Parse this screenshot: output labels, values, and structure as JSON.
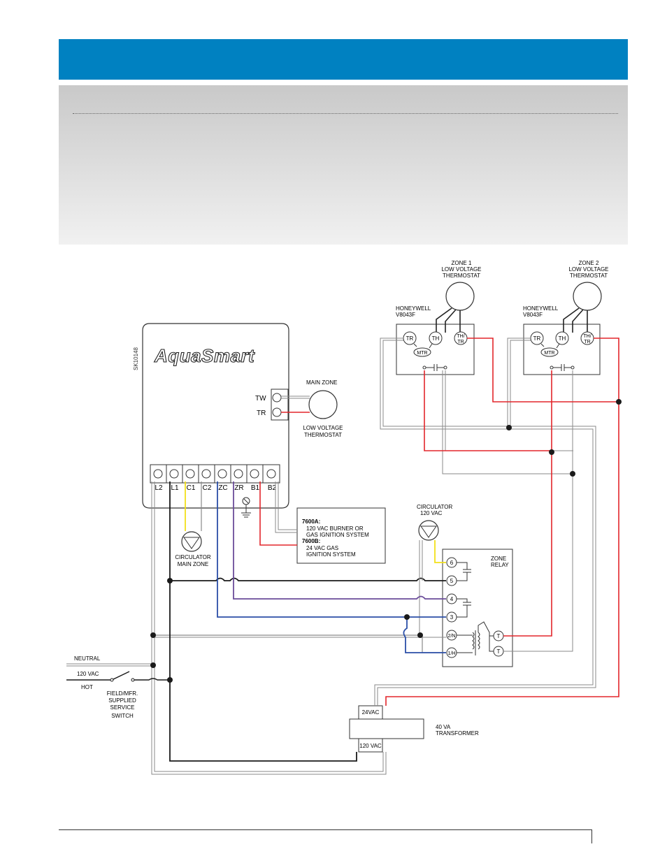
{
  "header": {
    "title": ""
  },
  "diagram": {
    "controller": {
      "brand": "AquaSmart",
      "part_number": "SK10148"
    },
    "thermostat_terminals": [
      "TW",
      "TR"
    ],
    "main_zone": {
      "top_label": "MAIN ZONE",
      "bottom_label_line1": "LOW VOLTAGE",
      "bottom_label_line2": "THERMOSTAT"
    },
    "terminals": [
      "L2",
      "L1",
      "C1",
      "C2",
      "ZC",
      "ZR",
      "B1",
      "B2"
    ],
    "burner_box": {
      "line1": "7600A:",
      "line2": "120 VAC BURNER OR",
      "line3": "GAS IGNITION SYSTEM",
      "line4": "7600B:",
      "line5": "24 VAC GAS",
      "line6": "IGNITION SYSTEM"
    },
    "circulator_main": {
      "line1": "CIRCULATOR",
      "line2": "MAIN ZONE"
    },
    "circulator_relay": {
      "line1": "CIRCULATOR",
      "line2": "120 VAC"
    },
    "zone1": {
      "line1": "ZONE 1",
      "line2": "LOW VOLTAGE",
      "line3": "THERMOSTAT",
      "valve_brand": "HONEYWELL",
      "valve_model": "V8043F",
      "terminals": [
        "TR",
        "TH",
        "TH/",
        "TR"
      ],
      "motor": "MTR"
    },
    "zone2": {
      "line1": "ZONE 2",
      "line2": "LOW VOLTAGE",
      "line3": "THERMOSTAT",
      "valve_brand": "HONEYWELL",
      "valve_model": "V8043F",
      "terminals": [
        "TR",
        "TH",
        "TH/",
        "TR"
      ],
      "motor": "MTR"
    },
    "zone_relay": {
      "title_line1": "ZONE",
      "title_line2": "RELAY",
      "terminals": [
        "6",
        "5",
        "4",
        "3",
        "2/N",
        "1/H"
      ],
      "coil_terminals": [
        "T",
        "T"
      ]
    },
    "power": {
      "neutral": "NEUTRAL",
      "voltage": "120 VAC",
      "hot": "HOT",
      "switch_line1": "FIELD/MFR.",
      "switch_line2": "SUPPLIED",
      "switch_line3": "SERVICE",
      "switch_line4": "SWITCH"
    },
    "transformer": {
      "secondary": "24VAC",
      "primary": "120 VAC",
      "rating_line1": "40 VA",
      "rating_line2": "TRANSFORMER"
    }
  },
  "colors": {
    "header_blue": "#0081c1",
    "wire_red": "#e3262b",
    "wire_blue": "#2b4fa8",
    "wire_purple": "#6b4c9a",
    "wire_yellow": "#f2e01a",
    "wire_black": "#1a1a1a",
    "wire_gray": "#8a8a8a"
  }
}
